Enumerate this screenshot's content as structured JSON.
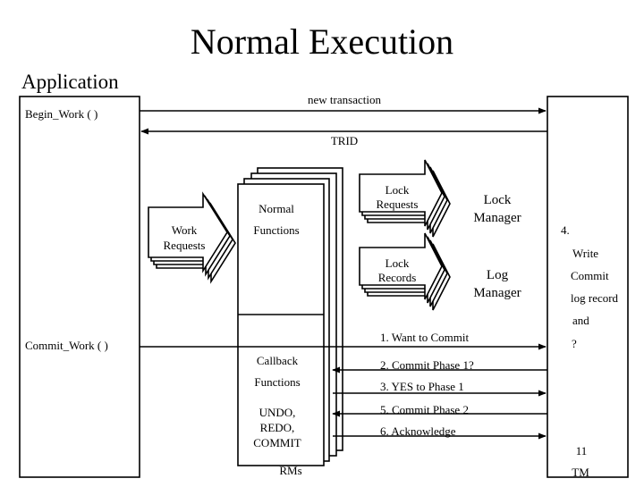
{
  "title": "Normal Execution",
  "application": {
    "label": "Application",
    "begin_work": "Begin_Work ( )",
    "commit_work": "Commit_Work ( )"
  },
  "messages": {
    "new_transaction": "new transaction",
    "trid": "TRID"
  },
  "work_requests": [
    "Work",
    "Requests"
  ],
  "rm": {
    "normal_label": "Normal",
    "functions_label": "Functions",
    "callback_label": "Callback",
    "callback_functions_label": "Functions",
    "undo_redo_commit": [
      "UNDO,",
      "REDO,",
      "COMMIT"
    ],
    "caption": "RMs"
  },
  "lock_requests": [
    "Lock",
    "Requests"
  ],
  "lock_records": [
    "Lock",
    "Records"
  ],
  "lock_manager": [
    "Lock",
    "Manager"
  ],
  "log_manager": [
    "Log",
    "Manager"
  ],
  "commit_protocol": {
    "step1": "1. Want to Commit",
    "step2": "2. Commit Phase 1?",
    "step3": "3. YES to Phase 1",
    "step4_lines": [
      "4.",
      "Write",
      "Commit",
      "log record",
      "and",
      "?"
    ],
    "step5": "5. Commit Phase 2",
    "step6": "6. Acknowledge"
  },
  "tm": {
    "caption": "TM"
  },
  "slide_number": "11"
}
